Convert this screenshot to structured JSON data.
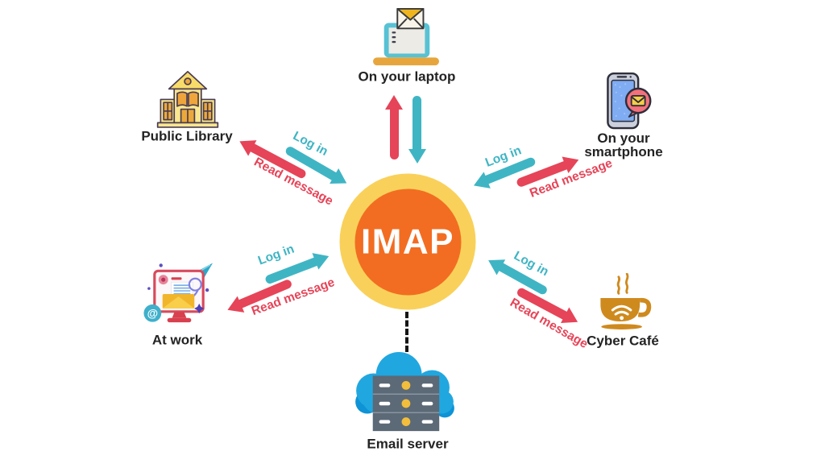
{
  "diagram": {
    "center_label": "IMAP",
    "nodes": {
      "laptop": {
        "label": "On your laptop"
      },
      "smartphone": {
        "label_line1": "On your",
        "label_line2": "smartphone"
      },
      "library": {
        "label": "Public Library"
      },
      "work": {
        "label": "At work"
      },
      "cafe": {
        "label": "Cyber Café"
      },
      "server": {
        "label": "Email server"
      }
    },
    "edge_labels": {
      "login": "Log in",
      "read": "Read message"
    },
    "icons": {
      "laptop": "laptop-with-envelope",
      "smartphone": "smartphone-with-mail-notification",
      "library": "library-building",
      "work": "desktop-with-email",
      "cafe": "coffee-cup-with-wifi",
      "server": "cloud-server"
    }
  },
  "colors": {
    "arrow-teal": "#3FB5C4",
    "arrow-red": "#E64458",
    "ring-yellow": "#F9D15A",
    "core-orange": "#F26D21",
    "ink": "#232323",
    "link-dash": "#151515"
  }
}
